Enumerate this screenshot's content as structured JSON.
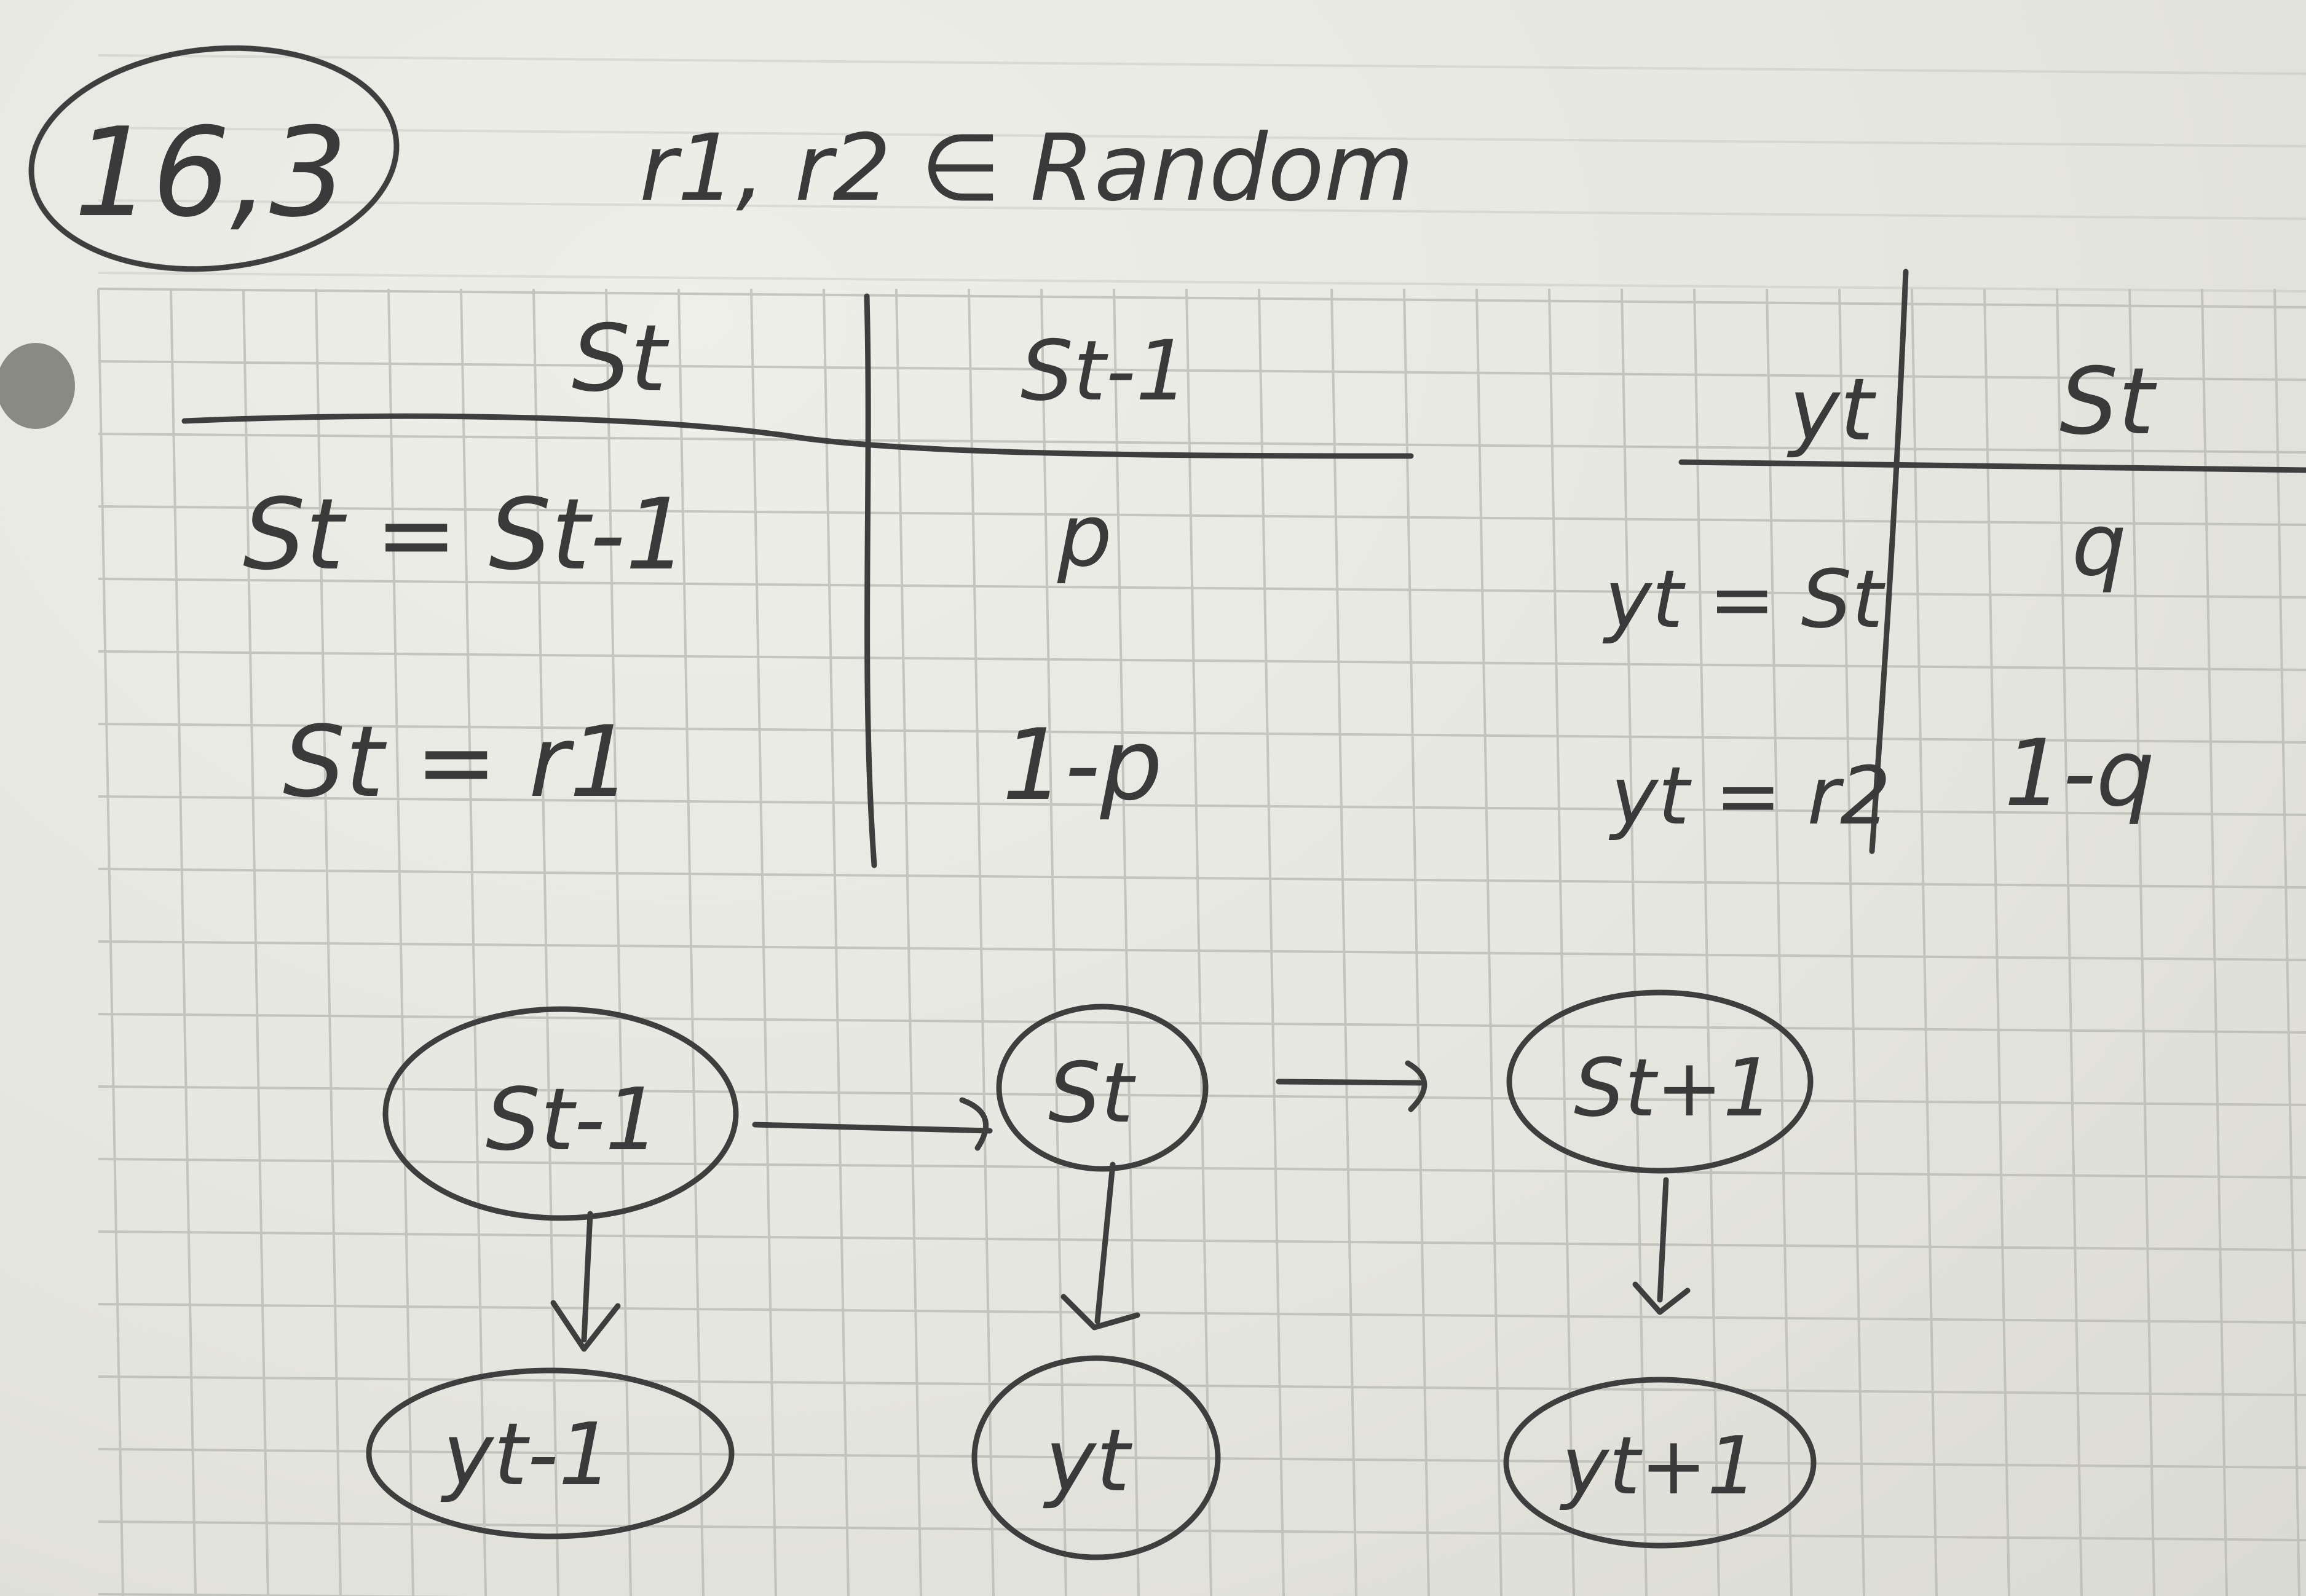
{
  "header": {
    "problem_number": "16,3",
    "title": "r1, r2 ∈ Random"
  },
  "state_table": {
    "col_condition": "St",
    "col_given": "St-1",
    "rows": [
      {
        "condition": "St = St-1",
        "prob": "p"
      },
      {
        "condition": "St = r1",
        "prob": "1-p"
      }
    ]
  },
  "obs_table": {
    "col_condition": "yt",
    "col_given": "St",
    "rows": [
      {
        "condition": "yt = St",
        "prob": "q"
      },
      {
        "condition": "yt = r2",
        "prob": "1-q"
      }
    ]
  },
  "diagram": {
    "states": [
      "St-1",
      "St",
      "St+1"
    ],
    "observations": [
      "yt-1",
      "yt",
      "yt+1"
    ]
  },
  "colors": {
    "paper": "#ececE6",
    "grid": "#b9b9b3",
    "pencil": "#3e3e3e",
    "punch_hole": "#8a8a85"
  }
}
